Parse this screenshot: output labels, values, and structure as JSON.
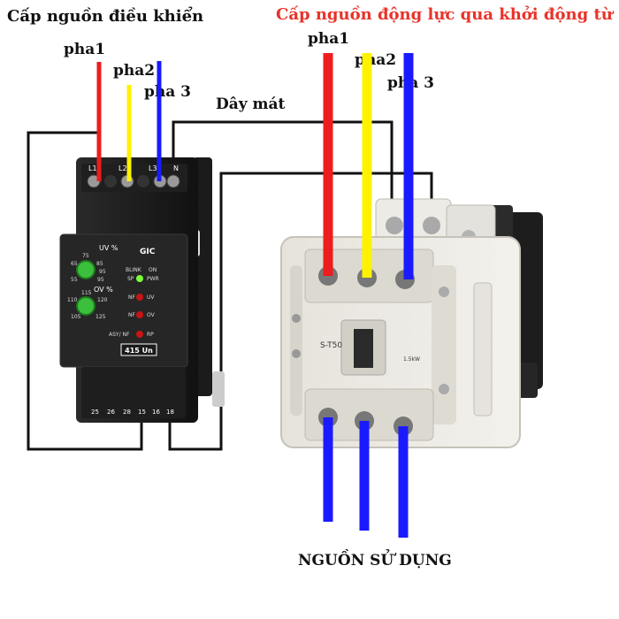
{
  "header": {
    "left_title": "Cấp nguồn điều khiển",
    "right_title": "Cấp nguồn động lực qua khởi động từ",
    "right_title_color": "#e8332a"
  },
  "phase_labels": {
    "control": [
      "pha1",
      "pha2",
      "pha 3"
    ],
    "power": [
      "pha1",
      "pha2",
      "pha 3"
    ]
  },
  "wire_colors": {
    "phase1": "#ee1c1c",
    "phase2": "#fff200",
    "phase3": "#1a1aff",
    "neutral": "#111111"
  },
  "cool_wire_label": "Dây mát",
  "relay": {
    "brand": "GIC",
    "model": "415 Un",
    "top_terminals": [
      "L1",
      "L2",
      "L3",
      "N"
    ],
    "bottom_terminals": [
      "25",
      "26",
      "28",
      "15",
      "16",
      "18"
    ],
    "uv_dial": {
      "label": "UV %",
      "ticks": [
        "75",
        "85",
        "65",
        "95",
        "55",
        "95"
      ]
    },
    "ov_dial": {
      "label": "OV %",
      "ticks": [
        "115",
        "110",
        "120",
        "105",
        "125"
      ]
    },
    "indicators": [
      {
        "left": "BLINK",
        "right": "ON"
      },
      {
        "left": "SP",
        "right": "PWR"
      },
      {
        "left": "NF",
        "right": "UV"
      },
      {
        "left": "NF",
        "right": "OV"
      },
      {
        "left": "ASY/ NF",
        "right": "RP"
      }
    ]
  },
  "contactor": {
    "model": "S-T50",
    "rating": "1.5kW"
  },
  "footer_label": "NGUỒN SỬ DỤNG"
}
